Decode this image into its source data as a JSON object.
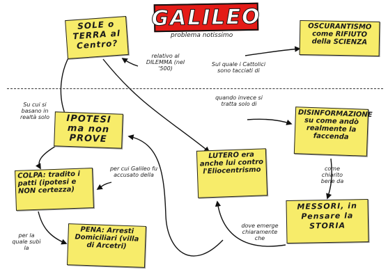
{
  "title": "GALILEO",
  "subtitle": "problema notissimo",
  "notes": {
    "sole_terra": "SOLE o TERRA al Centro?",
    "oscurantismo": "OSCURANTISMO come RIFIUTO della SCIENZA",
    "ipotesi": "IPOTESI ma non PROVE",
    "colpa": "COLPA: tradito i patti (ipotesi e NON certezza)",
    "pena": "PENA: Arresti Domiciliari (villa di Arcetri)",
    "lutero": "LUTERO era anche lui contro l'Eliocentrismo",
    "disinformazione": "DISINFORMAZIONE su come andò realmente la faccenda",
    "messori": "MESSORI, in Pensare la STORIA"
  },
  "labels": {
    "relativo": "relativo al DILEMMA (nel '500)",
    "sui_quale": "Sul quale i Cattolici sono tacciati di",
    "su_cui": "Su cui si basano in realtà solo",
    "per_cui": "per cui Galileo fu accusato della",
    "per_la_quale": "per la quale subì la",
    "quando_invece": "quando invece si tratta solo di",
    "come_chiarito": "come chiarito bene da",
    "dove_emerge": "dove emerge chiaramente che"
  }
}
